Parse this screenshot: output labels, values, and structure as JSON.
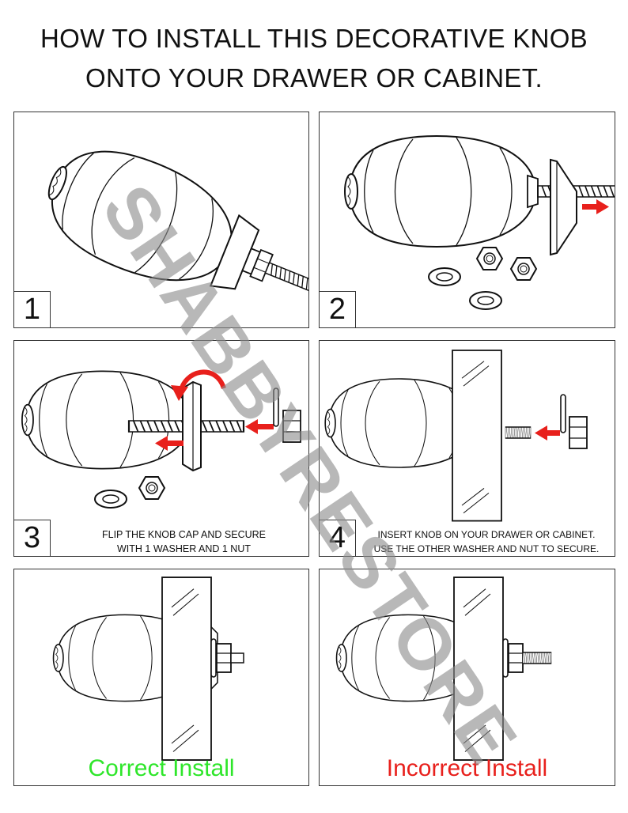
{
  "title": {
    "line1": "HOW TO INSTALL THIS DECORATIVE KNOB",
    "line2": "ONTO YOUR DRAWER OR CABINET."
  },
  "steps": [
    {
      "number": "1"
    },
    {
      "number": "2"
    },
    {
      "number": "3",
      "caption_line1": "FLIP THE KNOB CAP AND SECURE",
      "caption_line2": "WITH 1 WASHER AND 1 NUT"
    },
    {
      "number": "4",
      "caption_line1": "INSERT KNOB ON YOUR DRAWER OR CABINET.",
      "caption_line2": "USE THE OTHER WASHER AND NUT TO SECURE."
    }
  ],
  "results": {
    "correct_label": "Correct Install",
    "incorrect_label": "Incorrect Install"
  },
  "watermark": "SHABBYRESTORE",
  "colors": {
    "arrow": "#e8201c",
    "correct": "#2ee62a",
    "incorrect": "#e8201c",
    "watermark": "#8c8c8c"
  }
}
